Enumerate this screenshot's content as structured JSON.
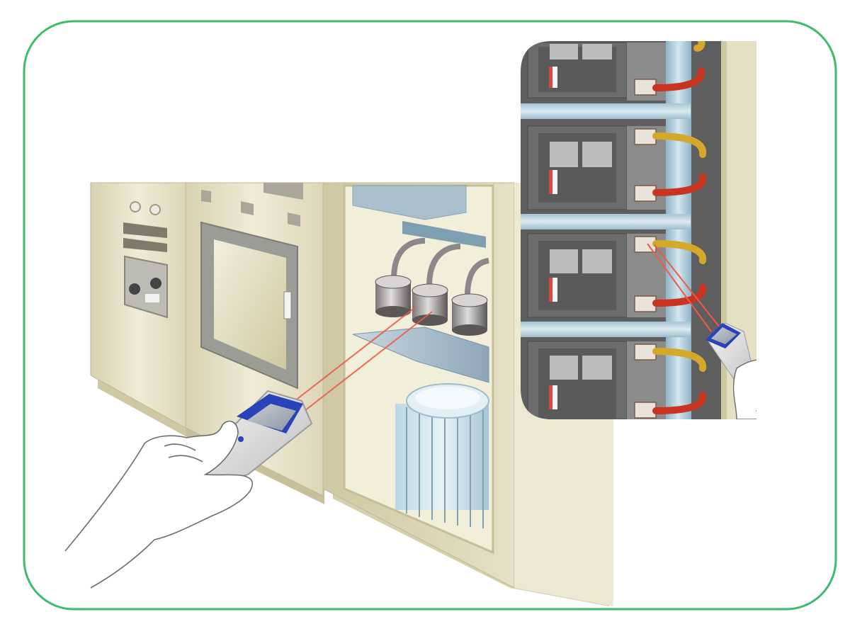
{
  "figure": {
    "subject": "infrared-thermometer-switchgear-inspection",
    "panels": [
      "switchgear-cabinet-scene",
      "breaker-terminal-detail-inset"
    ]
  },
  "colors": {
    "frame_border": "#3dbb6e",
    "cabinet_beige": "#e8e4cc",
    "cabinet_shadow": "#c9c3a4",
    "breaker_grey": "#6f6f6f",
    "busbar_blue": "#a9c7d6",
    "cable_red": "#c8341f",
    "cable_yellow": "#d4a92a",
    "thermometer_blue": "#2b43b8",
    "laser_red": "#ee5a4a"
  },
  "icons": {
    "thermometer": "infrared-thermometer-icon",
    "hand": "hand-icon",
    "transformer": "transformer-icon",
    "breaker": "circuit-breaker-icon"
  }
}
